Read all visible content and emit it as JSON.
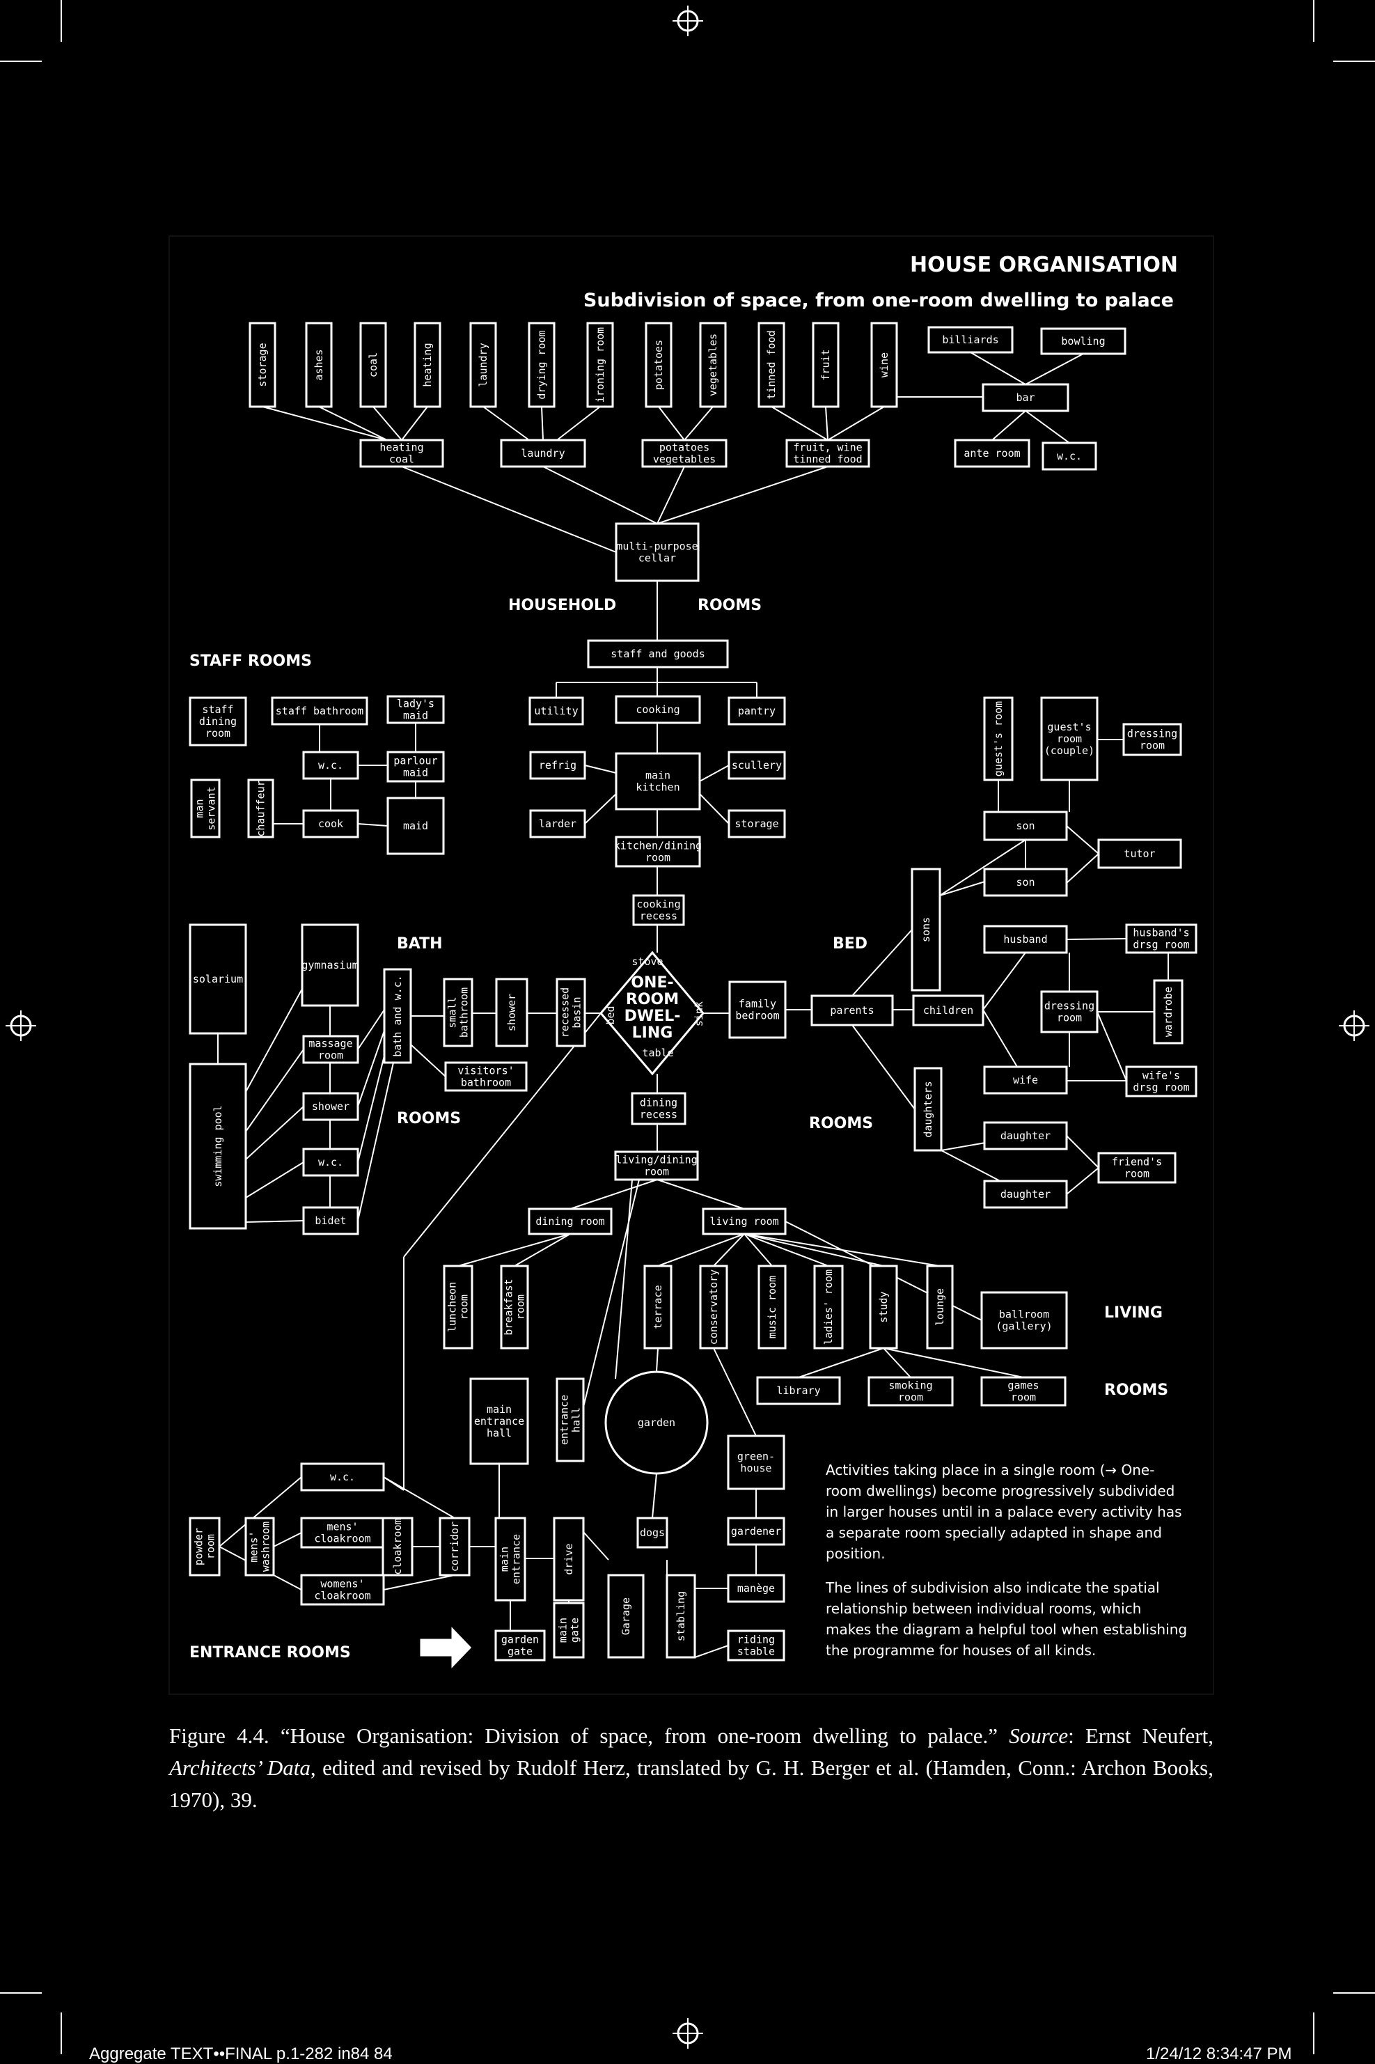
{
  "title": "HOUSE ORGANISATION",
  "subtitle": "Subdivision of space, from one-room dwelling to palace",
  "section_labels": [
    "HOUSEHOLD",
    "ROOMS",
    "STAFF ROOMS",
    "BATH",
    "ROOMS",
    "BED",
    "ROOMS",
    "LIVING",
    "ROOMS",
    "ENTRANCE ROOMS"
  ],
  "center": [
    "ONE-",
    "ROOM",
    "DWEL-",
    "LING"
  ],
  "center_labels": [
    "stove",
    "bed",
    "sink",
    "table"
  ],
  "rooms": [
    [
      "storage"
    ],
    [
      "ashes"
    ],
    [
      "coal"
    ],
    [
      "heating"
    ],
    [
      "laundry"
    ],
    [
      "drying room"
    ],
    [
      "ironing room"
    ],
    [
      "potatoes"
    ],
    [
      "vegetables"
    ],
    [
      "tinned food"
    ],
    [
      "fruit"
    ],
    [
      "wine"
    ],
    [
      "billiards"
    ],
    [
      "bowling"
    ],
    [
      "bar"
    ],
    [
      "ante room"
    ],
    [
      "w.c."
    ],
    [
      "heating",
      "coal"
    ],
    [
      "laundry"
    ],
    [
      "potatoes",
      "vegetables"
    ],
    [
      "fruit, wine",
      "tinned food"
    ],
    [
      "multi-purpose",
      "cellar"
    ],
    [
      "staff and goods"
    ],
    [
      "utility"
    ],
    [
      "cooking"
    ],
    [
      "pantry"
    ],
    [
      "refrig"
    ],
    [
      "main",
      "kitchen"
    ],
    [
      "scullery"
    ],
    [
      "larder"
    ],
    [
      "storage"
    ],
    [
      "kitchen/dining",
      "room"
    ],
    [
      "cooking",
      "recess"
    ],
    [
      "staff",
      "dining",
      "room"
    ],
    [
      "staff bathroom"
    ],
    [
      "lady's",
      "maid"
    ],
    [
      "w.c."
    ],
    [
      "parlour",
      "maid"
    ],
    [
      "man",
      "servant"
    ],
    [
      "chauffeur"
    ],
    [
      "cook"
    ],
    [
      "maid"
    ],
    [
      "solarium"
    ],
    [
      "gymnasium"
    ],
    [
      "bath and w.c."
    ],
    [
      "massage",
      "room"
    ],
    [
      "shower"
    ],
    [
      "w.c."
    ],
    [
      "bidet"
    ],
    [
      "swimming pool"
    ],
    [
      "small",
      "bathroom"
    ],
    [
      "shower"
    ],
    [
      "recessed",
      "basin"
    ],
    [
      "visitors'",
      "bathroom"
    ],
    [
      "family",
      "bedroom"
    ],
    [
      "parents"
    ],
    [
      "children"
    ],
    [
      "sons"
    ],
    [
      "daughters"
    ],
    [
      "guest's room"
    ],
    [
      "guest's",
      "room",
      "(couple)"
    ],
    [
      "dressing",
      "room"
    ],
    [
      "son"
    ],
    [
      "son"
    ],
    [
      "tutor"
    ],
    [
      "husband"
    ],
    [
      "husband's",
      "drsg room"
    ],
    [
      "dressing",
      "room"
    ],
    [
      "wardrobe"
    ],
    [
      "wife"
    ],
    [
      "wife's",
      "drsg room"
    ],
    [
      "daughter"
    ],
    [
      "daughter"
    ],
    [
      "friend's",
      "room"
    ],
    [
      "dining",
      "recess"
    ],
    [
      "living/dining",
      "room"
    ],
    [
      "dining room"
    ],
    [
      "living room"
    ],
    [
      "luncheon",
      "room"
    ],
    [
      "breakfast",
      "room"
    ],
    [
      "terrace"
    ],
    [
      "conservatory"
    ],
    [
      "music room"
    ],
    [
      "ladies' room"
    ],
    [
      "study"
    ],
    [
      "lounge"
    ],
    [
      "ballroom",
      "(gallery)"
    ],
    [
      "library"
    ],
    [
      "smoking",
      "room"
    ],
    [
      "games",
      "room"
    ],
    [
      "garden"
    ],
    [
      "green-",
      "house"
    ],
    [
      "gardener"
    ],
    [
      "dogs"
    ],
    [
      "manège"
    ],
    [
      "stabling"
    ],
    [
      "riding",
      "stable"
    ],
    [
      "Garage"
    ],
    [
      "drive"
    ],
    [
      "main",
      "gate"
    ],
    [
      "garden",
      "gate"
    ],
    [
      "main",
      "entrance",
      "hall"
    ],
    [
      "entrance",
      "hall"
    ],
    [
      "main",
      "entrance"
    ],
    [
      "w.c."
    ],
    [
      "powder",
      "room"
    ],
    [
      "mens'",
      "washroom"
    ],
    [
      "mens'",
      "cloakroom"
    ],
    [
      "womens'",
      "cloakroom"
    ],
    [
      "cloakroom"
    ],
    [
      "corridor"
    ]
  ],
  "note1": "Activities taking place in a single room (→ One-room dwellings) become progressively subdivided in larger houses until in a palace every activity has a separate room specially adapted in shape and position.",
  "note2": "The lines of subdivision also indicate the spatial relationship between individual rooms, which makes the diagram a helpful tool when establishing the programme for houses of all kinds.",
  "caption": {
    "fig": "Figure 4.4.",
    "quote": "“House Organisation: Division of space, from one-room dwelling to palace.”",
    "source_label": "Source",
    "author": "Ernst Neufert,",
    "book": "Architects’ Data",
    "rest": ", edited and revised by Rudolf Herz, translated by G. H. Berger et al. (Hamden, Conn.: Archon Books, 1970), 39."
  },
  "footer": {
    "left": "Aggregate TEXT••FINAL p.1-282 in84   84",
    "right": "1/24/12   8:34:47 PM"
  },
  "colors": {
    "background": "#000000",
    "foreground": "#ffffff"
  }
}
